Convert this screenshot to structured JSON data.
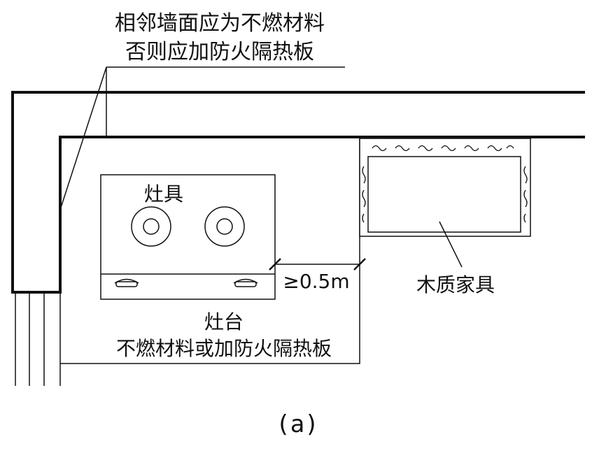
{
  "labels": {
    "wall_note_line1": "相邻墙面应为不燃材料",
    "wall_note_line2": "否则应加防火隔热板",
    "stove": "灶具",
    "distance": "≥0.5m",
    "wood_furniture": "木质家具",
    "counter": "灶台",
    "counter_material": "不燃材料或加防火隔热板",
    "caption": "(a)"
  },
  "colors": {
    "stroke": "#111111",
    "background": "#ffffff"
  }
}
